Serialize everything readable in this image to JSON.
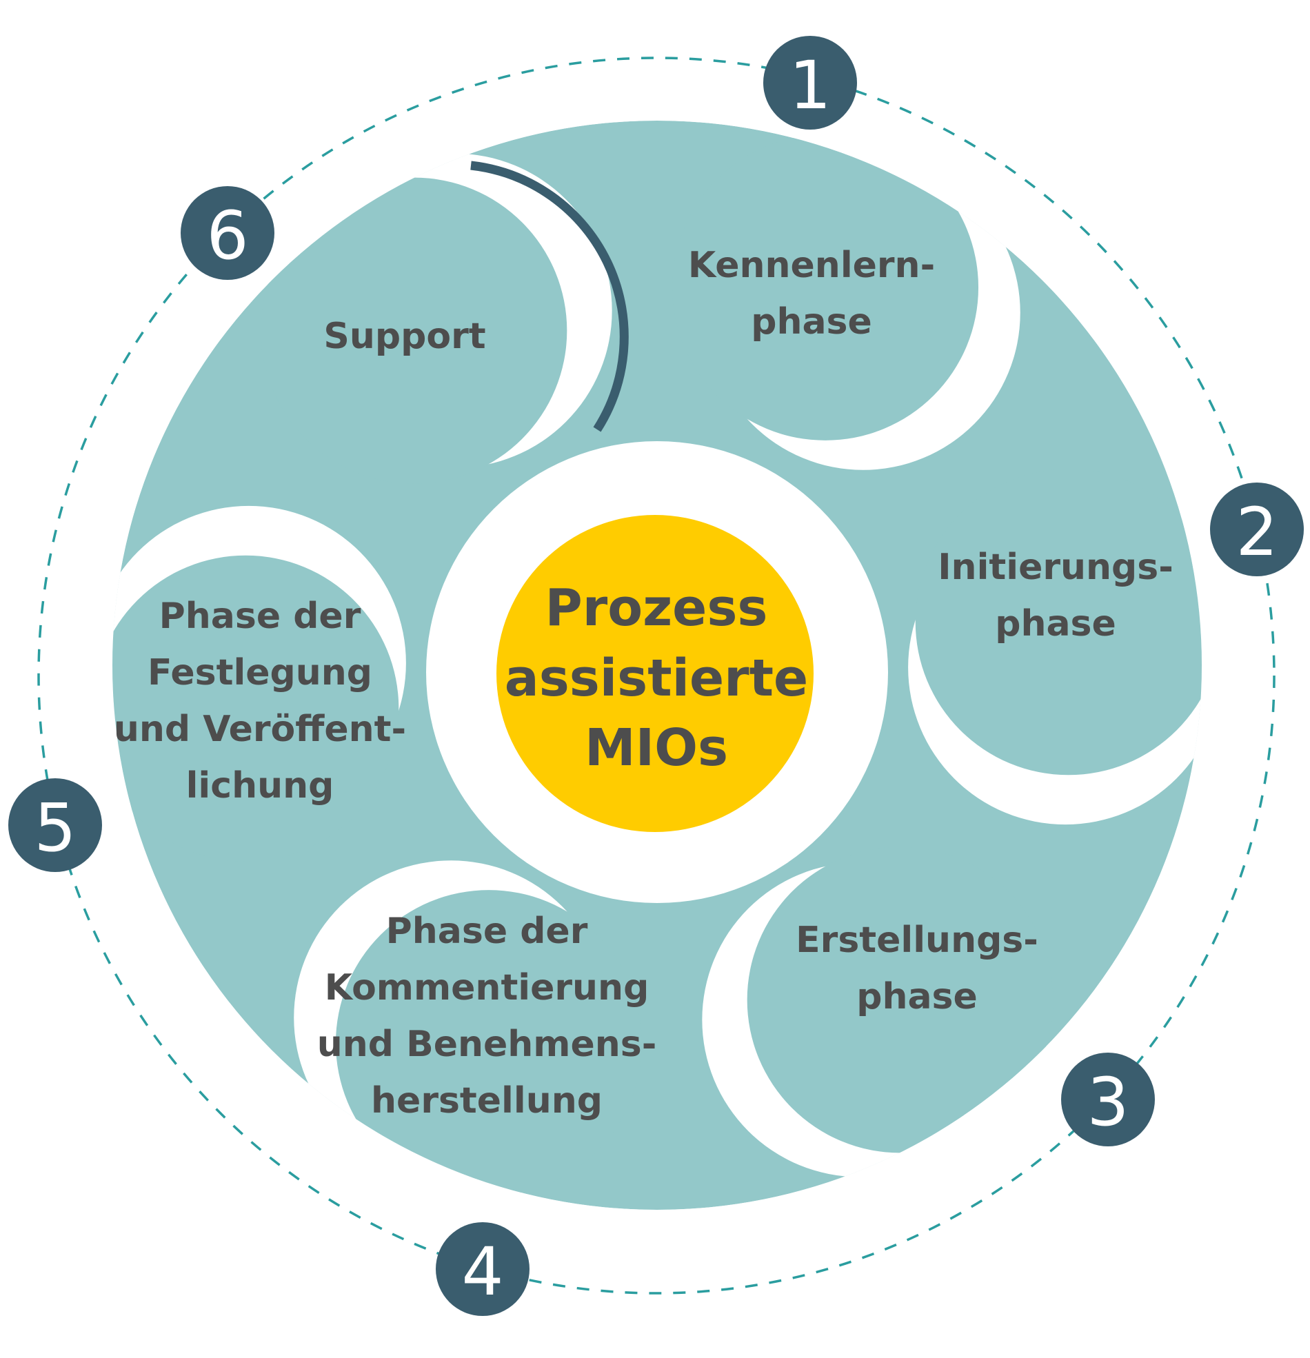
{
  "title": "Prozess assistierte MIOs",
  "center": {
    "lines": [
      "Prozess",
      "assistierte",
      "MIOs"
    ]
  },
  "phases": [
    {
      "number": "1",
      "lines": [
        "Kennenlern-",
        "phase"
      ]
    },
    {
      "number": "2",
      "lines": [
        "Initierungs-",
        "phase"
      ]
    },
    {
      "number": "3",
      "lines": [
        "Erstellungs-",
        "phase"
      ]
    },
    {
      "number": "4",
      "lines": [
        "Phase der",
        "Kommentierung",
        "und Benehmens-",
        "herstellung"
      ]
    },
    {
      "number": "5",
      "lines": [
        "Phase der",
        "Festlegung",
        "und Veröffent-",
        "lichung"
      ]
    },
    {
      "number": "6",
      "lines": [
        "Support"
      ]
    }
  ],
  "colors": {
    "lobe": "#93c8c9",
    "center": "#ffcc00",
    "text": "#4d4d4d",
    "badge": "#3a5d6e",
    "dash": "#2a9d9f",
    "background": "#ffffff"
  }
}
